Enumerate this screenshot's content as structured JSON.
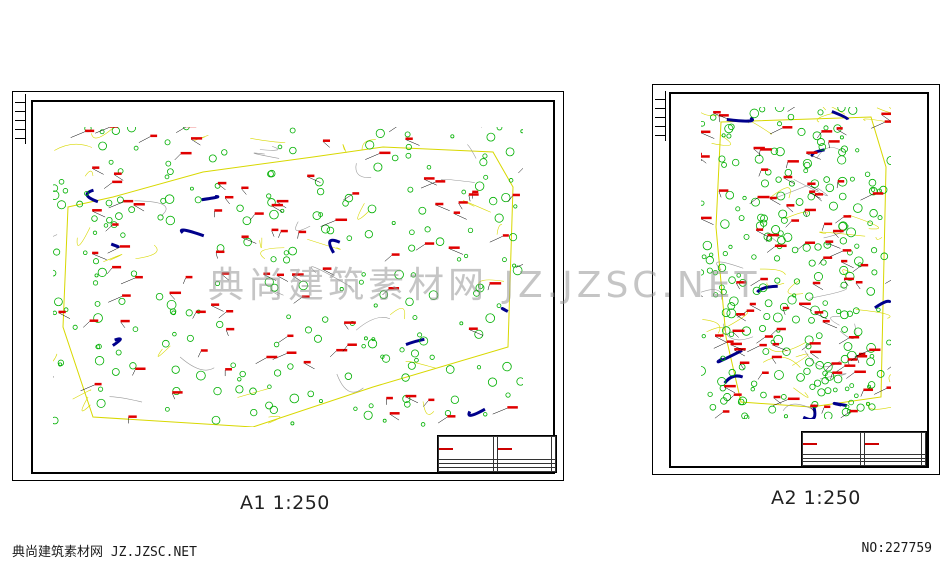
{
  "sheets": [
    {
      "id": "A1",
      "caption": "A1 1:250"
    },
    {
      "id": "A2",
      "caption": "A2 1:250"
    }
  ],
  "watermark": "典尚建筑素材网 JZ.JZSC.NET",
  "footer": {
    "left": "典尚建筑素材网 JZ.JZSC.NET",
    "right": "NO:227759"
  },
  "colors": {
    "outline": "#000000",
    "label_red": "#e00000",
    "tree_green": "#00b000",
    "path_yellow": "#d8d800",
    "water_blue": "#00008b",
    "contour_gray": "#999999"
  }
}
